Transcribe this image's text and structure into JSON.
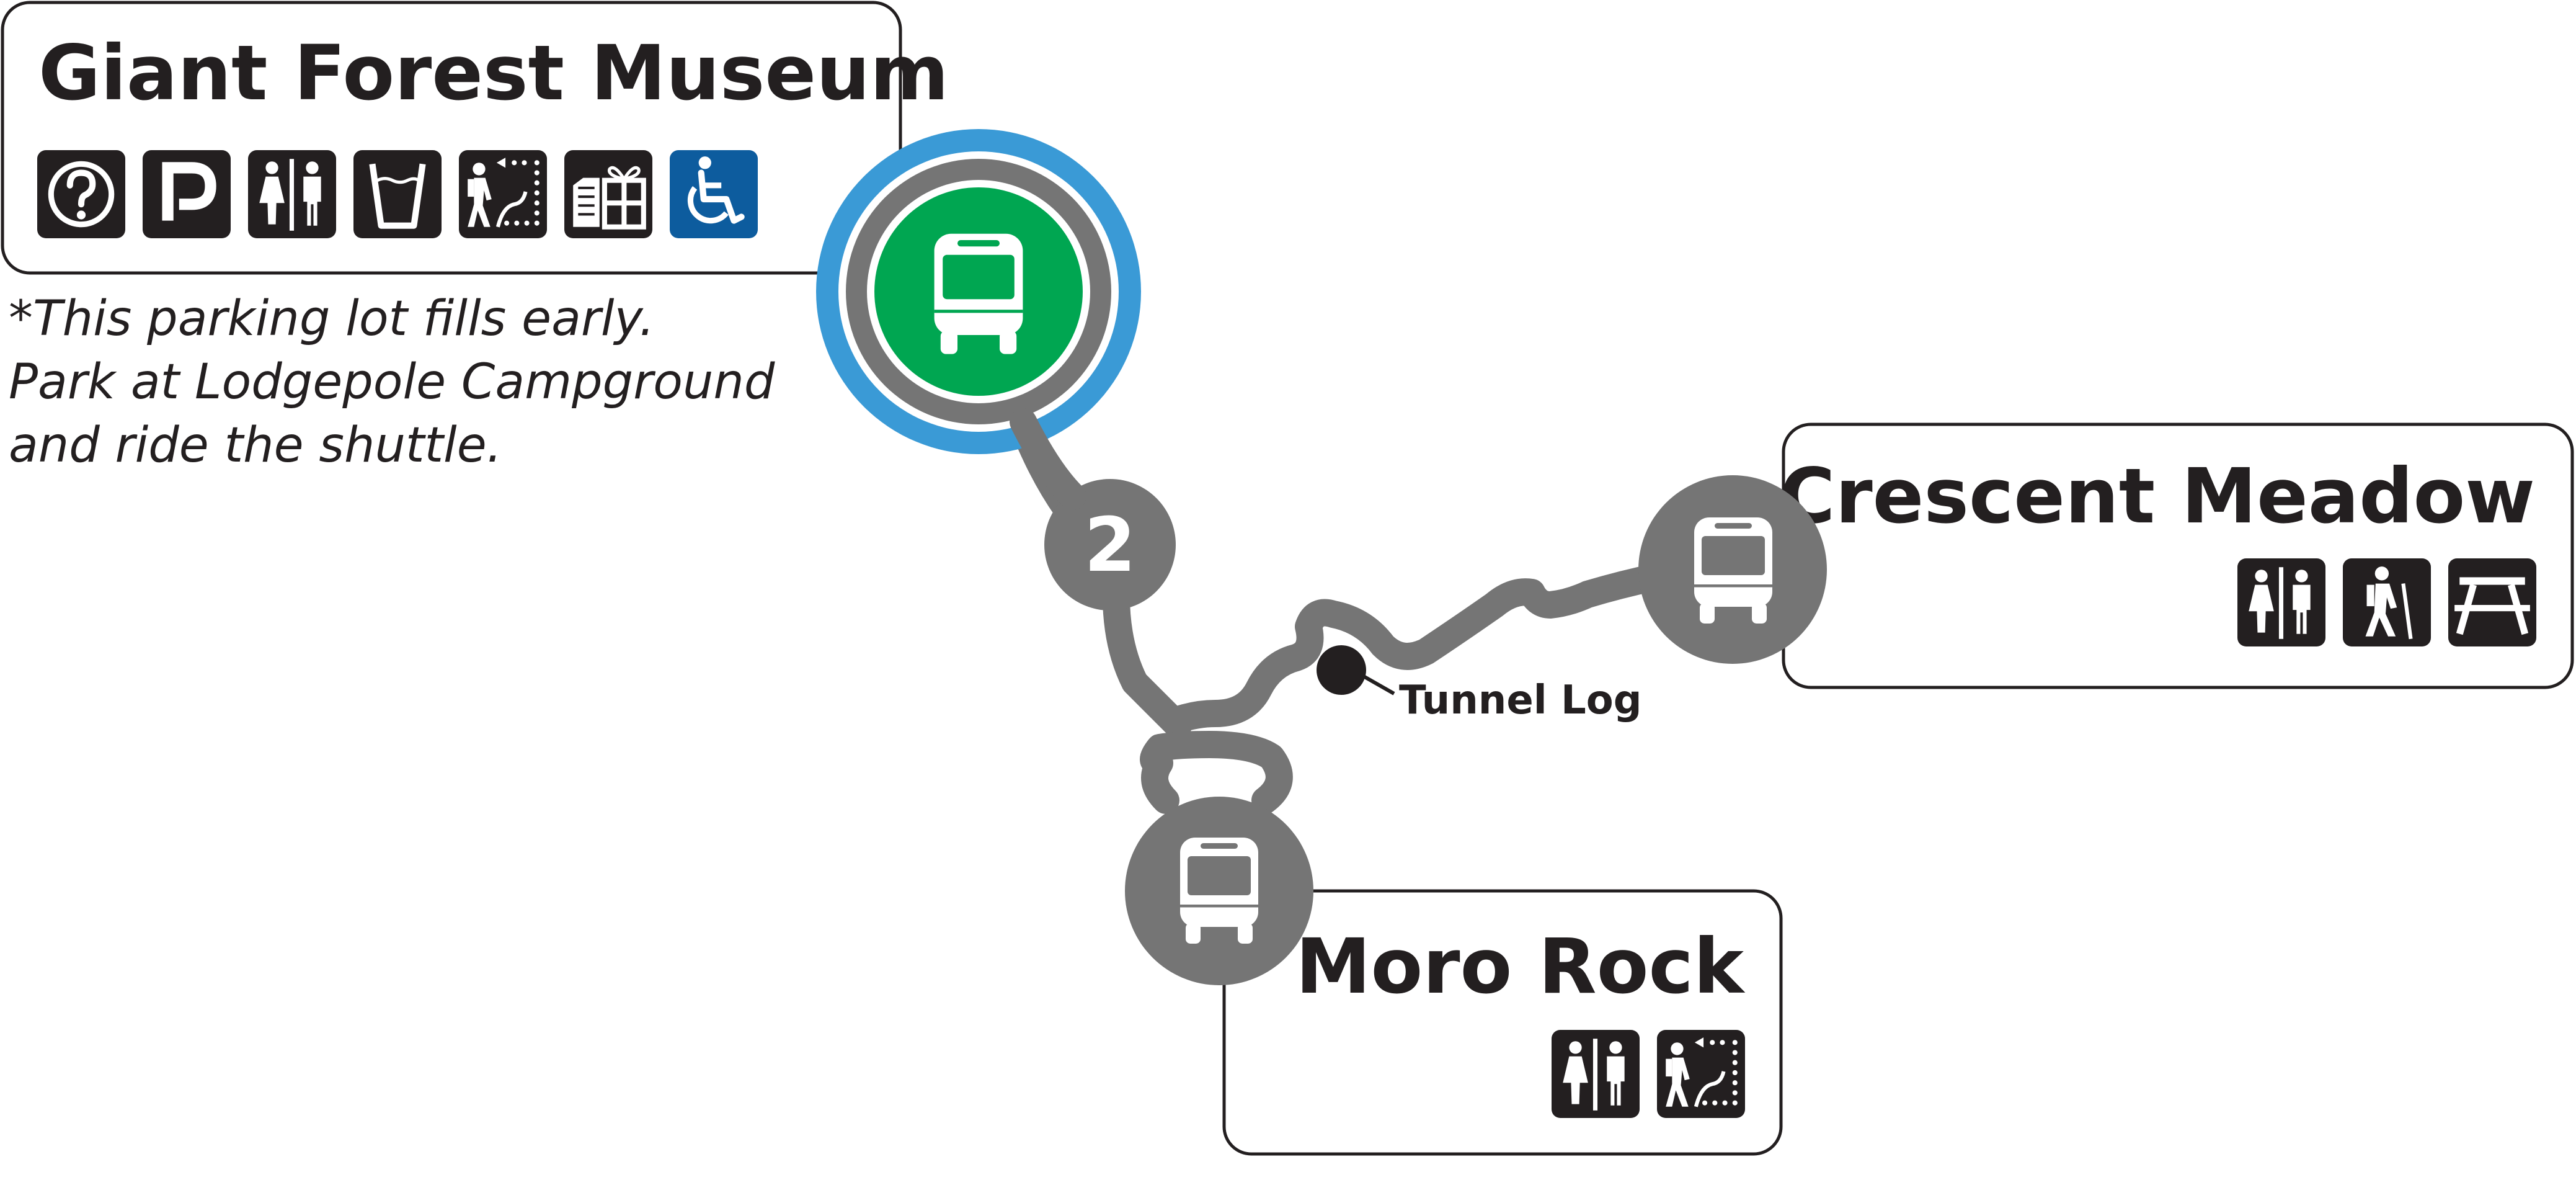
{
  "colors": {
    "route": "#757575",
    "museum_highlight": "#3a9ad6",
    "museum_bus_fill": "#00a651",
    "icon_dark": "#231f20",
    "accessible_blue": "#0d5c9e",
    "box_border": "#231f20"
  },
  "route": {
    "number": "2"
  },
  "stops": {
    "giant_forest": {
      "name": "Giant Forest Museum",
      "note_lines": [
        "*This parking lot fills early.",
        "Park at Lodgepole Campground",
        "and ride the shuttle."
      ],
      "amenities": [
        "info-icon",
        "parking-icon",
        "restroom-icon",
        "water-icon",
        "trailhead-icon",
        "gift-shop-icon",
        "accessible-icon"
      ]
    },
    "crescent_meadow": {
      "name": "Crescent Meadow",
      "amenities": [
        "restroom-icon",
        "hiking-icon",
        "picnic-icon"
      ]
    },
    "moro_rock": {
      "name": "Moro Rock",
      "amenities": [
        "restroom-icon",
        "trailhead-icon"
      ]
    }
  },
  "poi": {
    "tunnel_log": {
      "label": "Tunnel Log"
    }
  }
}
